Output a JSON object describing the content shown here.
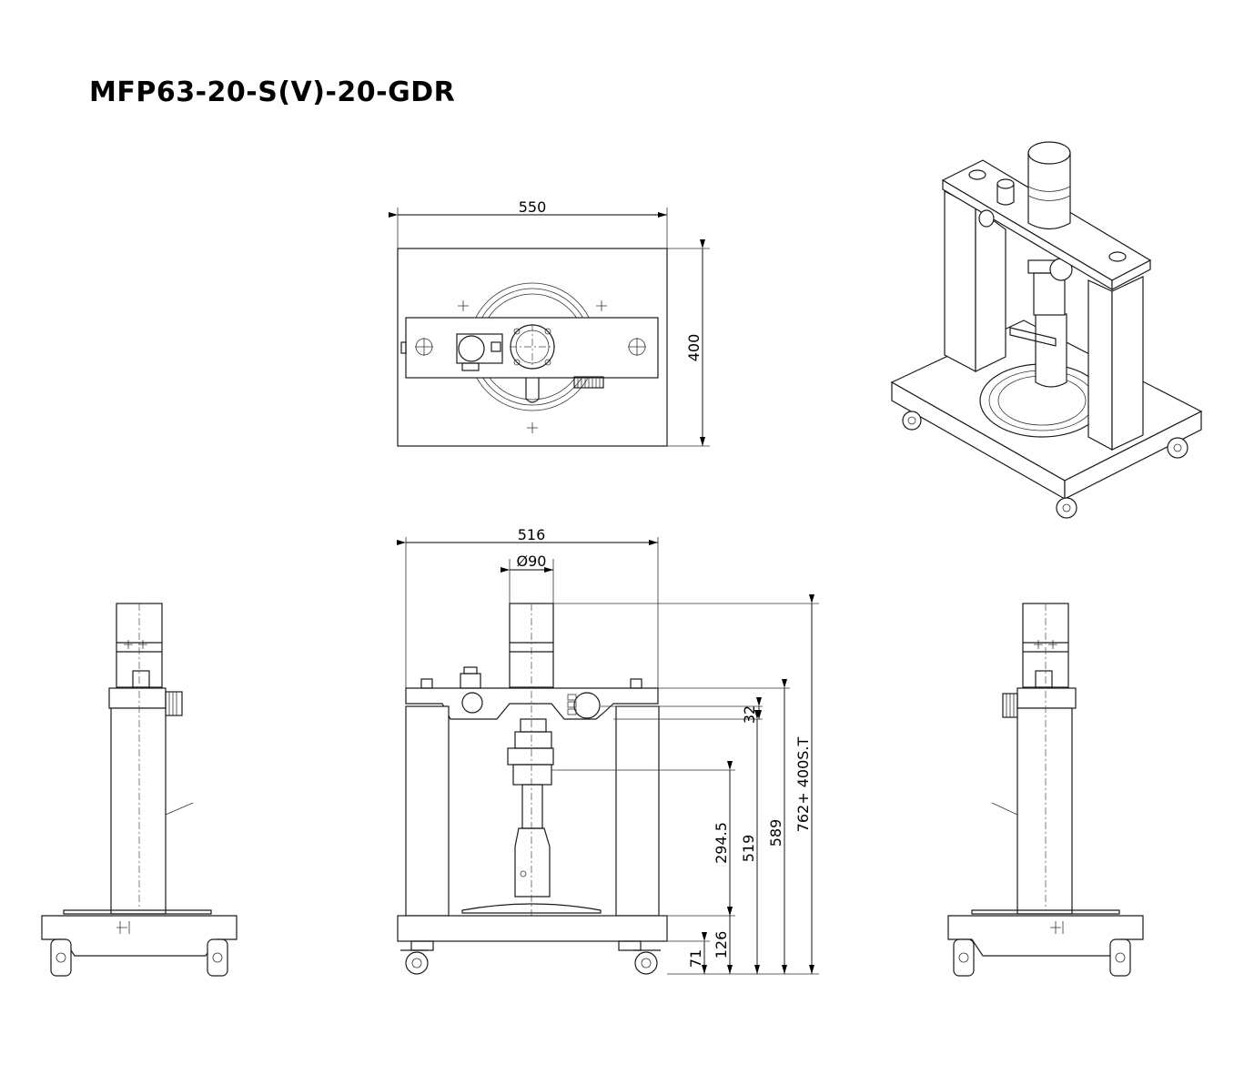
{
  "title": "MFP63-20-S(V)-20-GDR",
  "dimensions": {
    "top_width": "550",
    "top_depth": "400",
    "front_width": "516",
    "cylinder_dia": "Ø90",
    "d32": "32",
    "d294": "294.5",
    "d519": "519",
    "d589": "589",
    "d762": "762+ 400S.T",
    "d126": "126",
    "d71": "71"
  }
}
